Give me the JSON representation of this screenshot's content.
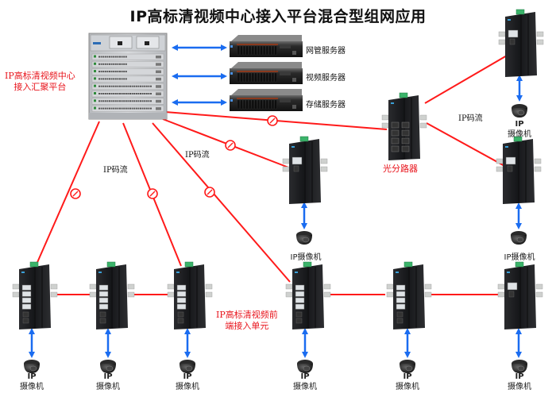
{
  "title": "IP高标清视频中心接入平台混合型组网应用",
  "colors": {
    "link_line": "#ff1a1a",
    "arrow": "#1a6cf0",
    "label_red": "#e8141c",
    "device_dark": "#1e1f22",
    "chassis": "#c9ccd0"
  },
  "core": {
    "label_line1": "IP高标清视频中心",
    "label_line2": "接入汇聚平台"
  },
  "servers": [
    {
      "label": "网管服务器"
    },
    {
      "label": "视频服务器"
    },
    {
      "label": "存储服务器"
    }
  ],
  "splitter": {
    "label": "光分路器"
  },
  "frontend": {
    "label_line1": "IP高标清视频前",
    "label_line2": "端接入单元"
  },
  "stream_labels": [
    "IP码流",
    "IP码流",
    "IP码流"
  ],
  "cameras": [
    {
      "line1": "IP",
      "line2": "摄像机"
    },
    {
      "line1": "IP",
      "line2": "摄像机"
    },
    {
      "line1": "IP",
      "line2": "摄像机"
    },
    {
      "line1": "IP",
      "line2": "摄像机"
    },
    {
      "line1": "IP",
      "line2": "摄像机"
    },
    {
      "line1": "IP",
      "line2": "摄像机"
    },
    {
      "line1": "IP",
      "line2": "摄像机"
    }
  ],
  "camera_inline_labels": [
    "IP摄像机",
    "IP摄像机"
  ],
  "icons": {
    "core_switch": "chassis-switch-icon",
    "server": "rack-server-icon",
    "switch": "industrial-switch-icon",
    "media_converter": "media-converter-icon",
    "camera": "dome-camera-icon",
    "fiber_break": "fiber-splice-icon"
  }
}
